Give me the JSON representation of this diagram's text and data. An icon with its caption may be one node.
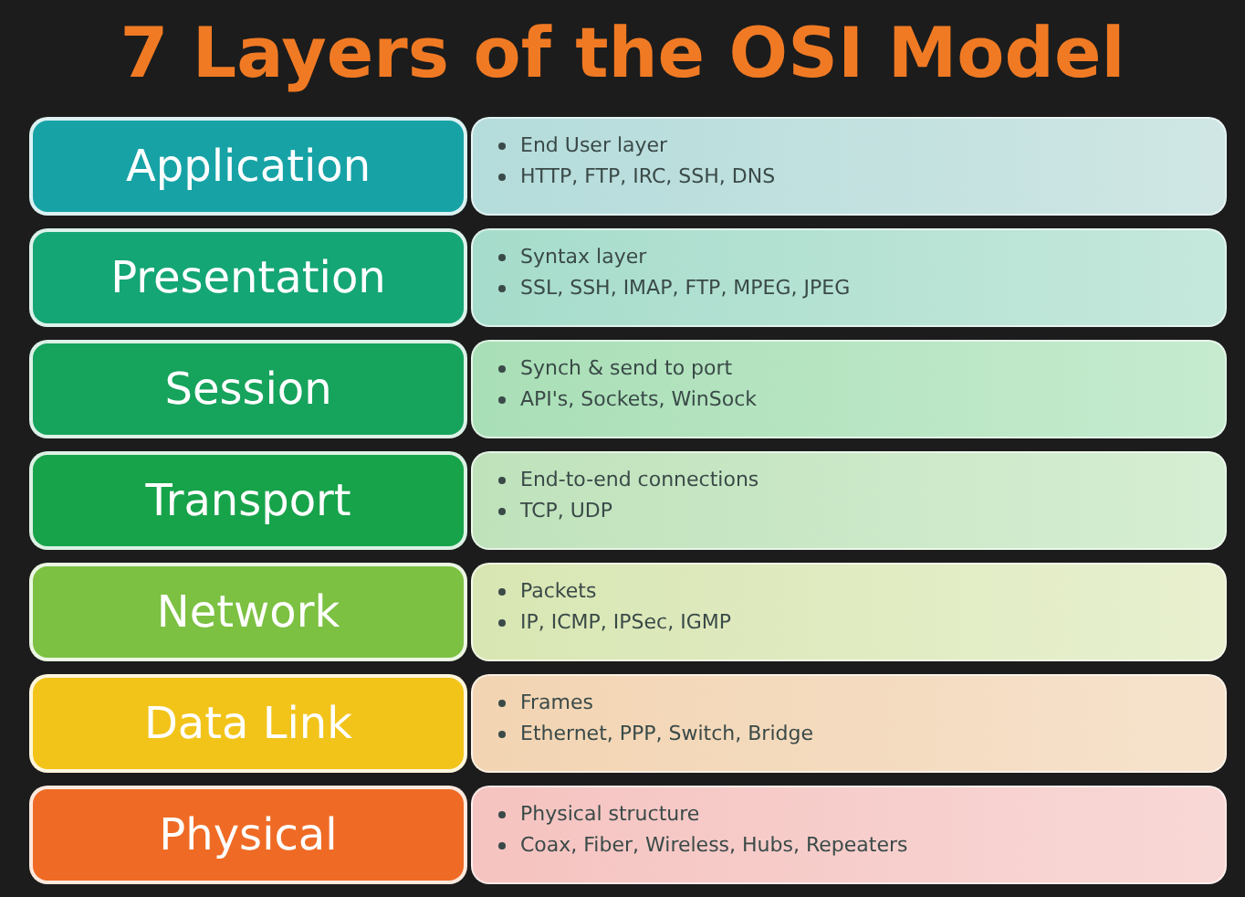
{
  "diagram": {
    "title": "7 Layers of the OSI Model",
    "nodes": [
      {
        "text": [
          "Application"
        ]
      },
      {
        "text": [
          "End User layer",
          "HTTP, FTP, IRC, SSH, DNS"
        ]
      },
      {
        "text": [
          "Presentation"
        ]
      },
      {
        "text": [
          "Syntax layer",
          "SSL, SSH, IMAP, FTP, MPEG, JPEG"
        ]
      },
      {
        "text": [
          "Session"
        ]
      },
      {
        "text": [
          "Synch & send to port",
          "API's, Sockets, WinSock"
        ]
      },
      {
        "text": [
          "Transport"
        ]
      },
      {
        "text": [
          "End-to-end connections",
          "TCP, UDP"
        ]
      },
      {
        "text": [
          "Network"
        ]
      },
      {
        "text": [
          "Packets",
          "IP, ICMP, IPSec, IGMP"
        ]
      },
      {
        "text": [
          "Data Link"
        ]
      },
      {
        "text": [
          "Frames",
          "Ethernet, PPP, Switch, Bridge"
        ]
      },
      {
        "text": [
          "Physical"
        ]
      },
      {
        "text": [
          "Physical structure",
          "Coax, Fiber, Wireless, Hubs, Repeaters"
        ]
      }
    ]
  }
}
